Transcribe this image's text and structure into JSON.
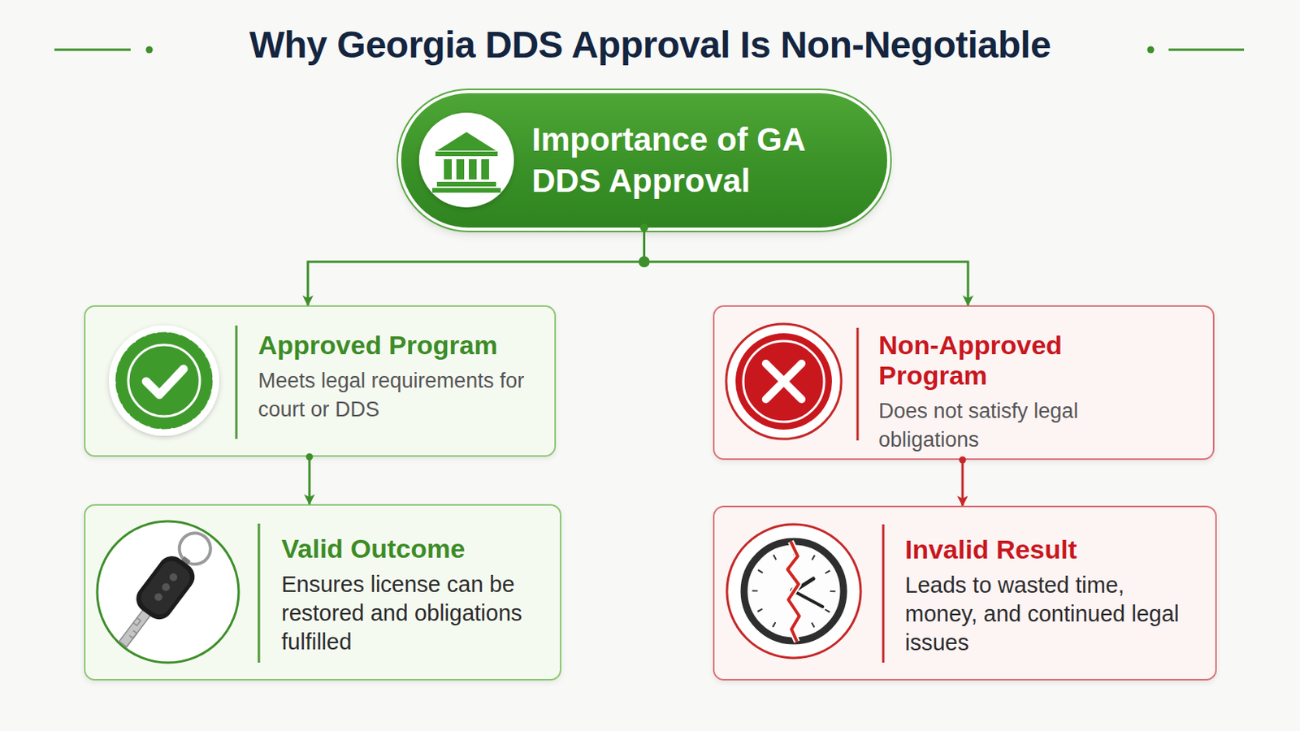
{
  "diagram": {
    "title": "Why Georgia DDS Approval Is Non-Negotiable",
    "nodes": [
      {
        "text": [
          "Importance of GA DDS Approval"
        ]
      },
      {
        "text": [
          "Approved Program",
          "Meets legal requirements for court or DDS"
        ]
      },
      {
        "text": [
          "Non-Approved Program",
          "Does not satisfy legal obligations"
        ]
      },
      {
        "text": [
          "Valid Outcome",
          "Ensures license can be restored and obligations fulfilled"
        ]
      },
      {
        "text": [
          "Invalid Result",
          "Leads to wasted time, money, and continued legal issues"
        ]
      }
    ],
    "edges": [
      {
        "from": 0,
        "to": 1,
        "arrow": "to"
      },
      {
        "from": 0,
        "to": 2,
        "arrow": "to"
      },
      {
        "from": 1,
        "to": 3,
        "arrow": "to"
      },
      {
        "from": 2,
        "to": 4,
        "arrow": "to"
      }
    ]
  }
}
